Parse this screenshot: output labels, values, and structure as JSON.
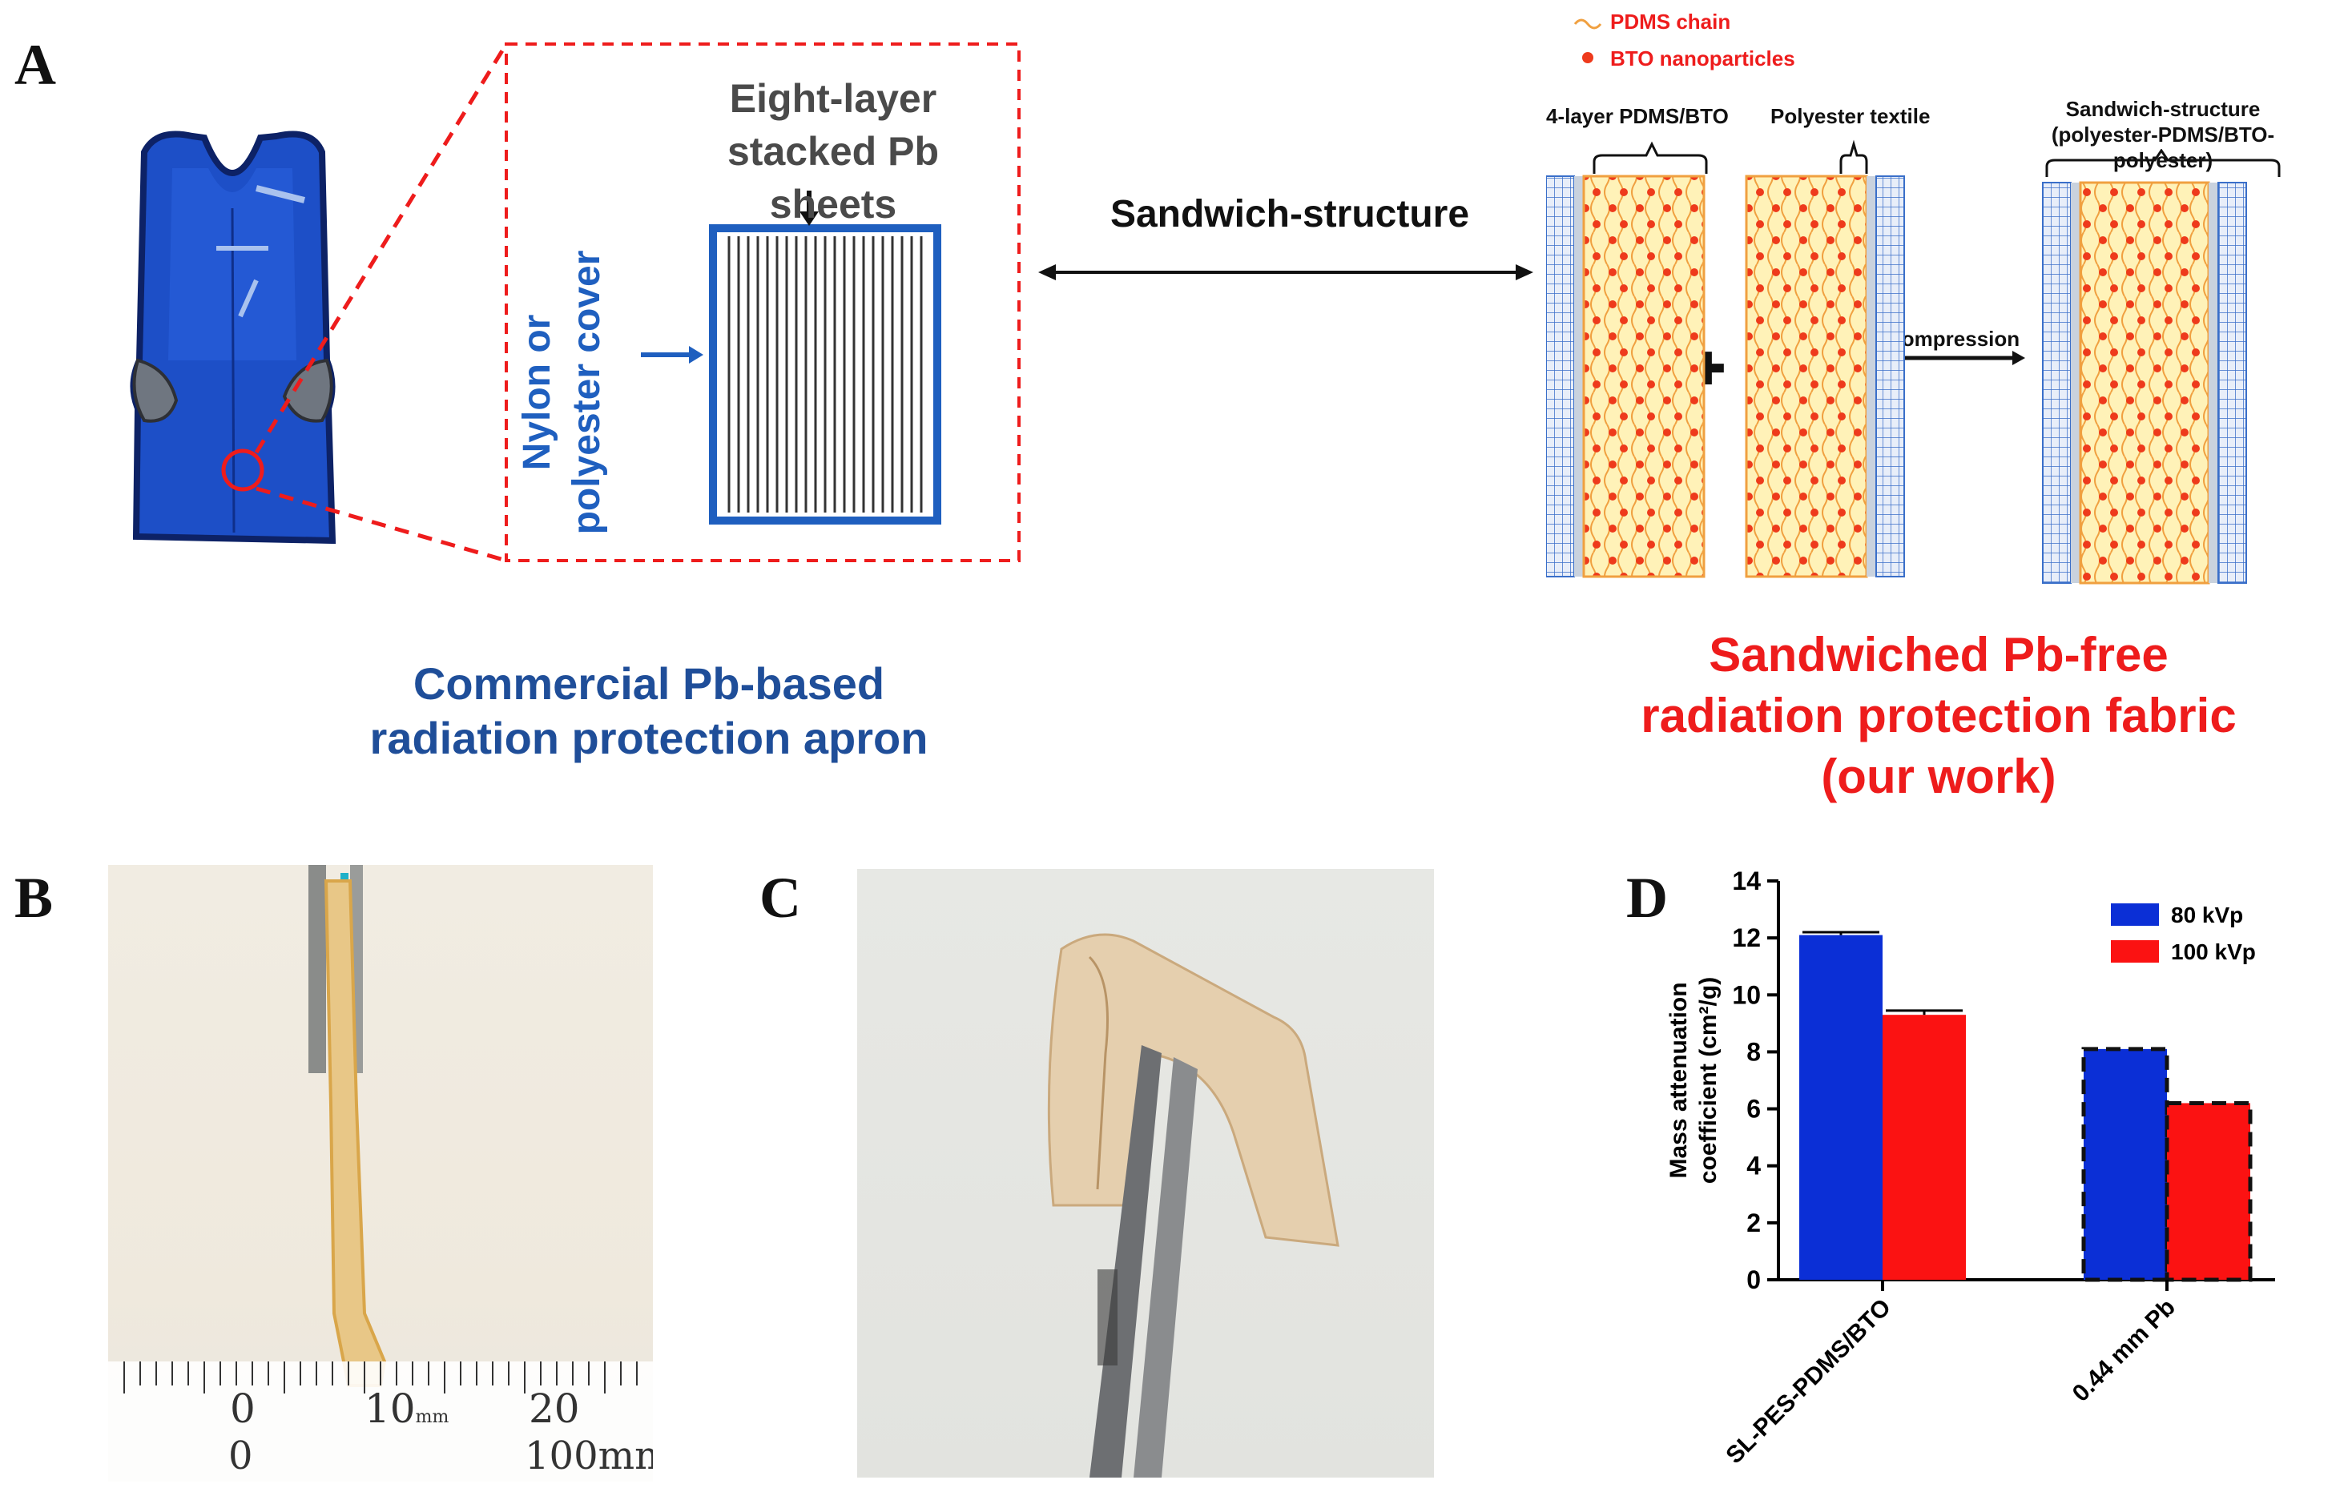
{
  "panels": {
    "a": "A",
    "b": "B",
    "c": "C",
    "d": "D"
  },
  "apron": {
    "inset_title_line1": "Eight-layer",
    "inset_title_line2": "stacked Pb sheets",
    "cover_label_line1": "Nylon or",
    "cover_label_line2": "polyester cover",
    "caption_line1": "Commercial Pb-based",
    "caption_line2": "radiation protection apron"
  },
  "arrow_label": "Sandwich-structure",
  "schematic": {
    "legend_chain": "PDMS chain",
    "legend_particles": "BTO nanoparticles",
    "label_pdms_bto": "4-layer PDMS/BTO",
    "label_polyester": "Polyester textile",
    "label_result_line1": "Sandwich-structure",
    "label_result_line2": "(polyester-PDMS/BTO-polyester)",
    "compression": "Compression",
    "plus": "✚",
    "caption_line1": "Sandwiched Pb-free",
    "caption_line2": "radiation protection fabric",
    "caption_line3": "(our work)"
  },
  "ruler": {
    "major_top": [
      "0",
      "10",
      "20"
    ],
    "unit_top": "mm",
    "major_bottom": [
      "0",
      "100"
    ],
    "unit_bottom": "mm"
  },
  "colors": {
    "blue_80": "#0b2fd6",
    "red_100": "#fb1212",
    "apron_blue": "#1d4fc7",
    "title_blue": "#1f4e99",
    "title_red": "#ee1c1c"
  },
  "chart_data": {
    "type": "bar",
    "categories": [
      "SL-PES-PDMS/BTO",
      "0.44 mm Pb"
    ],
    "series": [
      {
        "name": "80 kVp",
        "values": [
          12.1,
          8.1
        ],
        "errors": [
          0.1,
          0.0
        ]
      },
      {
        "name": "100 kVp",
        "values": [
          9.3,
          6.2
        ],
        "errors": [
          0.15,
          0.0
        ]
      }
    ],
    "dashed_outline_categories": [
      "0.44 mm Pb"
    ],
    "ylabel_line1": "Mass attenuation",
    "ylabel_line2": "coefficient (cm²/g)",
    "ylim": [
      0,
      14
    ],
    "yticks": [
      "0",
      "2",
      "4",
      "6",
      "8",
      "10",
      "12",
      "14"
    ],
    "legend_position": "top-right"
  }
}
